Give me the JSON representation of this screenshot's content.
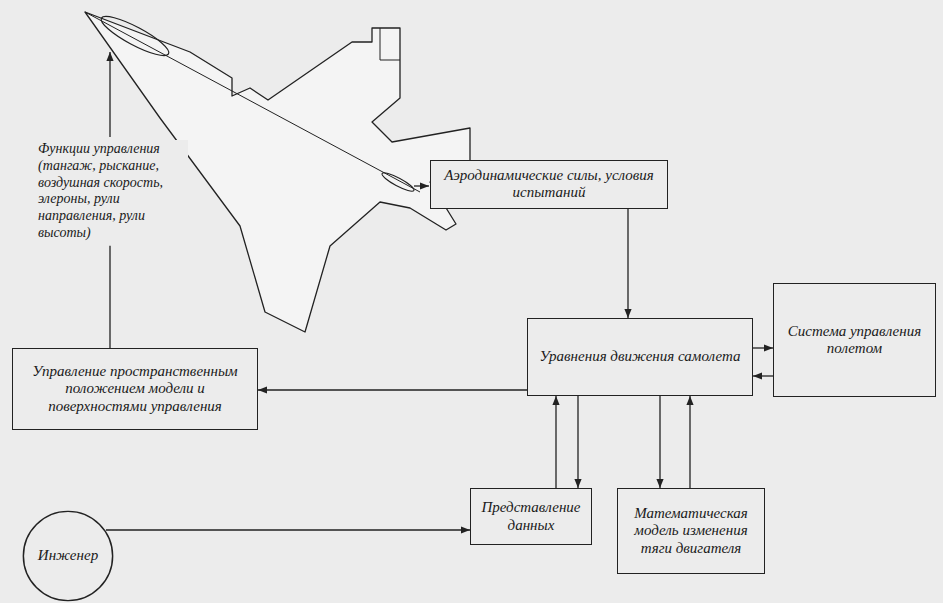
{
  "diagram": {
    "nodes": [
      {
        "text": [
          "Аэродинамические силы, условия испытаний"
        ]
      },
      {
        "text": [
          "Уравнения движения самолета"
        ]
      },
      {
        "text": [
          "Система управления полетом"
        ]
      },
      {
        "text": [
          "Управление пространственным положением модели и поверхностями управления"
        ]
      },
      {
        "text": [
          "Инженер"
        ]
      },
      {
        "text": [
          "Представление данных"
        ]
      },
      {
        "text": [
          "Математическая модель изменения тяги двигателя"
        ]
      }
    ],
    "edges": [
      {
        "from": 0,
        "to": 1,
        "arrow": "to"
      },
      {
        "from": 1,
        "to": 3,
        "arrow": "to"
      },
      {
        "from": 1,
        "to": 2,
        "arrow": "to"
      },
      {
        "from": 2,
        "to": 1,
        "arrow": "to"
      },
      {
        "from": 5,
        "to": 1,
        "arrow": "to"
      },
      {
        "from": 1,
        "to": 5,
        "arrow": "to"
      },
      {
        "from": 1,
        "to": 6,
        "arrow": "to"
      },
      {
        "from": 6,
        "to": 1,
        "arrow": "to"
      },
      {
        "from": 4,
        "to": 5,
        "arrow": "to"
      }
    ],
    "labels": [
      "Функции управления (тангаж, рыскание, воздушная скорость, элероны, рули направления, рули высоты)"
    ]
  }
}
